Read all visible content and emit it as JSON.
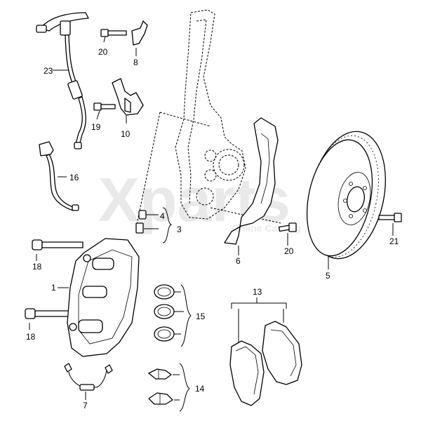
{
  "watermark": {
    "main": "Xparts",
    "sub": "Online Catalog"
  },
  "callouts": {
    "c1": "1",
    "c3": "3",
    "c4": "4",
    "c5": "5",
    "c6": "6",
    "c7": "7",
    "c8": "8",
    "c10": "10",
    "c13": "13",
    "c14": "14",
    "c15": "15",
    "c16": "16",
    "c18a": "18",
    "c18b": "18",
    "c19": "19",
    "c20a": "20",
    "c20b": "20",
    "c21": "21",
    "c23": "23"
  }
}
